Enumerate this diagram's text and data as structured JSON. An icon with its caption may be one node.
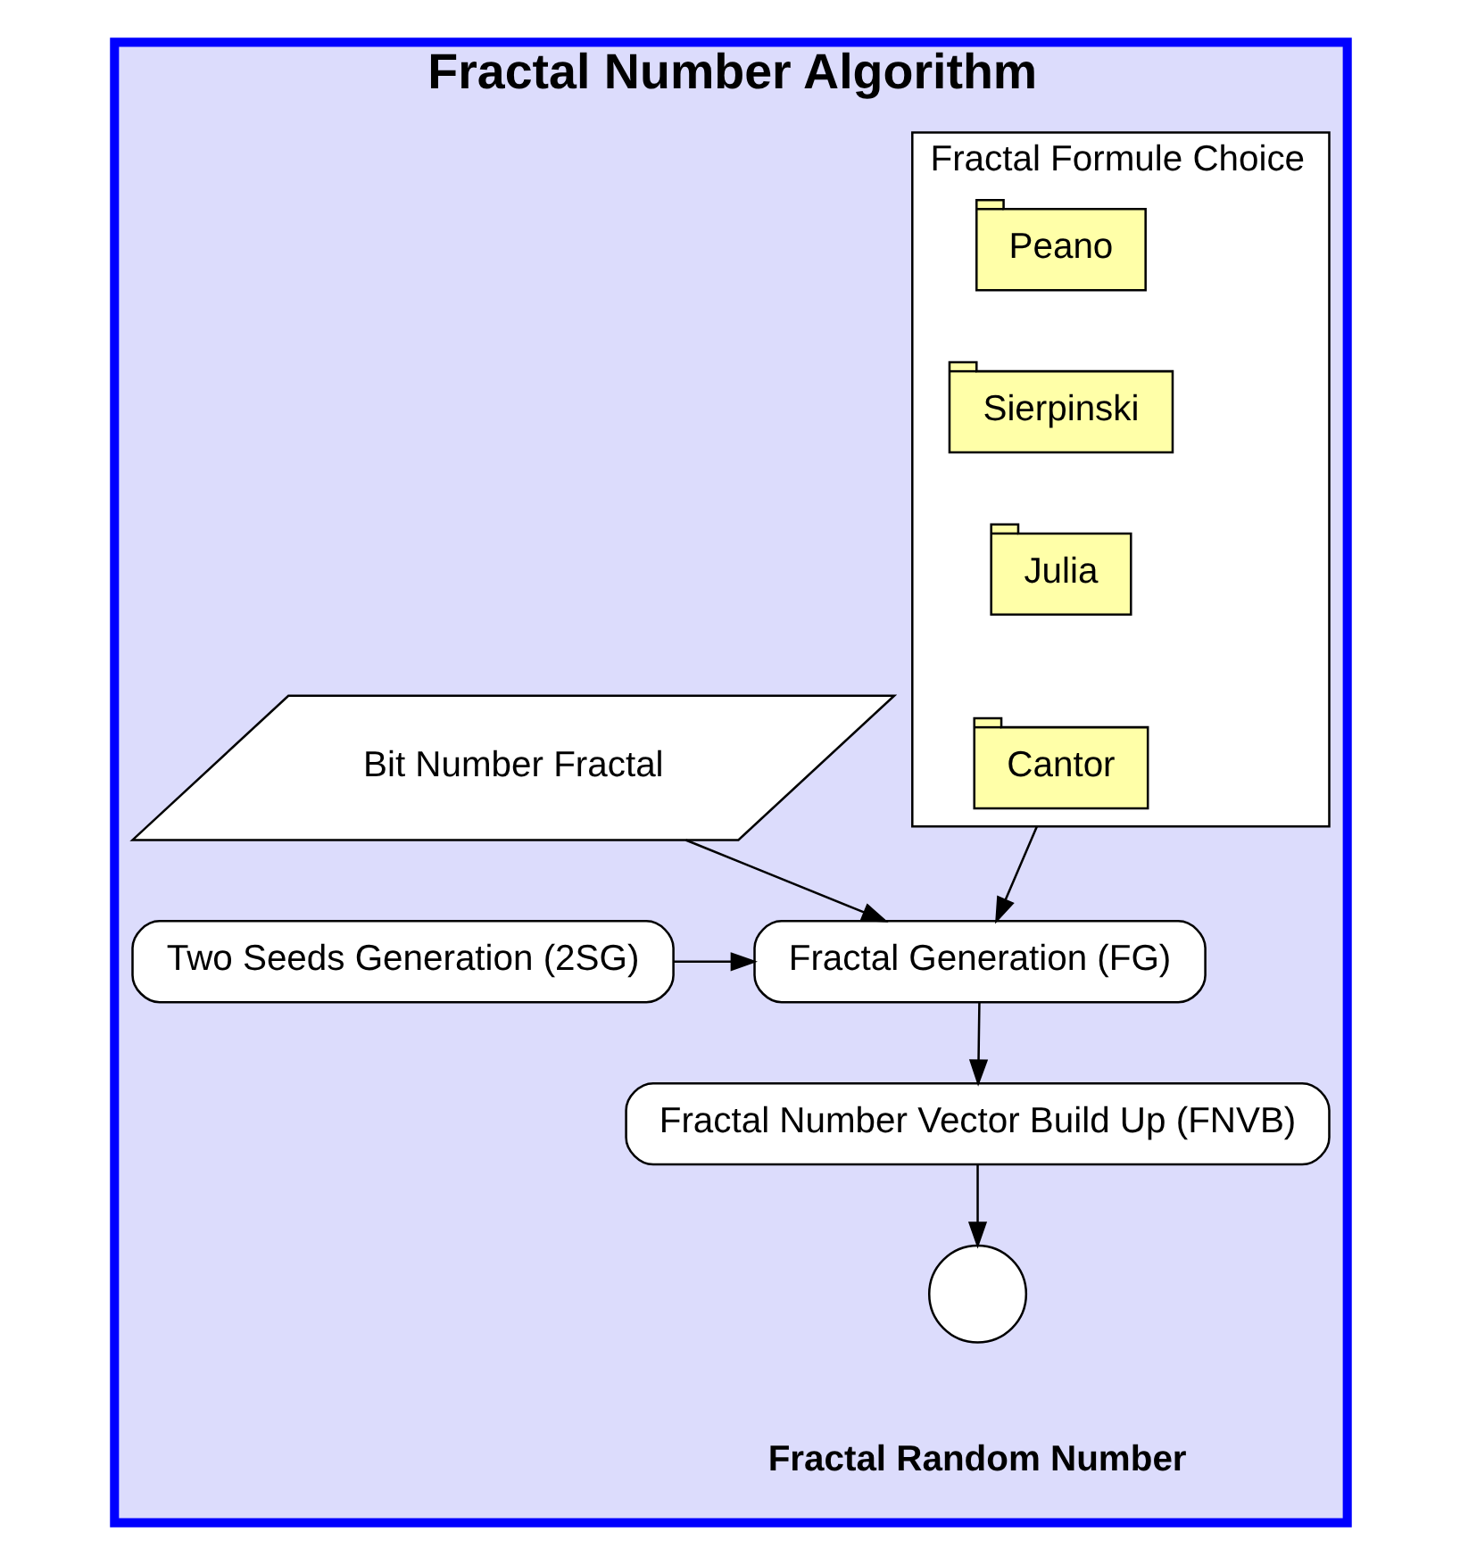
{
  "diagram": {
    "nodes": [
      {
        "text": [
          "Fractal Number Algorithm"
        ]
      },
      {
        "text": [
          "Fractal Formule Choice"
        ],
        "in": 0
      },
      {
        "text": [
          "Peano"
        ],
        "in": 1
      },
      {
        "text": [
          "Sierpinski"
        ],
        "in": 1
      },
      {
        "text": [
          "Julia"
        ],
        "in": 1
      },
      {
        "text": [
          "Cantor"
        ],
        "in": 1
      },
      {
        "text": [
          "Bit Number Fractal"
        ],
        "in": 0
      },
      {
        "text": [
          "Two Seeds Generation (2SG)"
        ],
        "in": 0
      },
      {
        "text": [
          "Fractal Generation (FG)"
        ],
        "in": 0
      },
      {
        "text": [
          "Fractal Number Vector Build Up (FNVB)"
        ],
        "in": 0
      },
      {
        "text": [],
        "shape": "circle",
        "beside": [
          "Fractal Random Number"
        ],
        "in": 0
      }
    ],
    "edges": [
      {
        "from": 6,
        "to": 8,
        "arrow": "to"
      },
      {
        "from": 7,
        "to": 8,
        "arrow": "to"
      },
      {
        "from": 1,
        "to": 8,
        "arrow": "to"
      },
      {
        "from": 8,
        "to": 9,
        "arrow": "to"
      },
      {
        "from": 9,
        "to": 10,
        "arrow": "to"
      }
    ]
  }
}
